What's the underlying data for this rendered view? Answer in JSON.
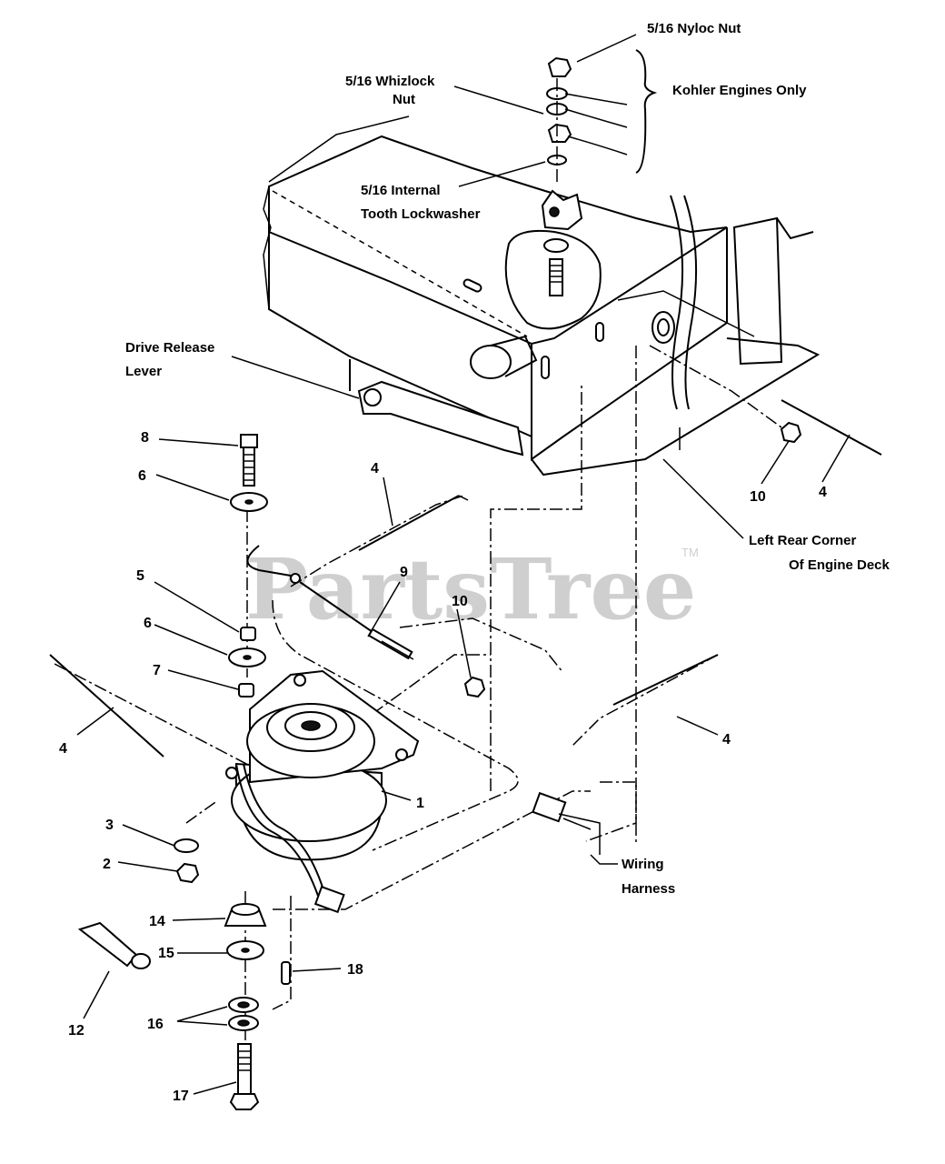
{
  "watermark": {
    "text": "PartsTree",
    "trademark": "TM"
  },
  "labels": {
    "nyloc_nut": "5/16 Nyloc Nut",
    "kohler": "Kohler Engines Only",
    "whizlock_1": "5/16 Whizlock",
    "whizlock_2": "Nut",
    "lockwasher_1": "5/16 Internal",
    "lockwasher_2": "Tooth Lockwasher",
    "drive_release_1": "Drive Release",
    "drive_release_2": "Lever",
    "left_rear_1": "Left Rear Corner",
    "left_rear_2": "Of Engine Deck",
    "wiring_1": "Wiring",
    "wiring_2": "Harness"
  },
  "callouts": {
    "c8": "8",
    "c6a": "6",
    "c5": "5",
    "c6b": "6",
    "c7": "7",
    "c4a": "4",
    "c4b": "4",
    "c4c": "4",
    "c4d": "4",
    "c9": "9",
    "c10a": "10",
    "c10b": "10",
    "c1": "1",
    "c3": "3",
    "c2": "2",
    "c14": "14",
    "c15": "15",
    "c16": "16",
    "c17": "17",
    "c18": "18",
    "c12": "12"
  }
}
